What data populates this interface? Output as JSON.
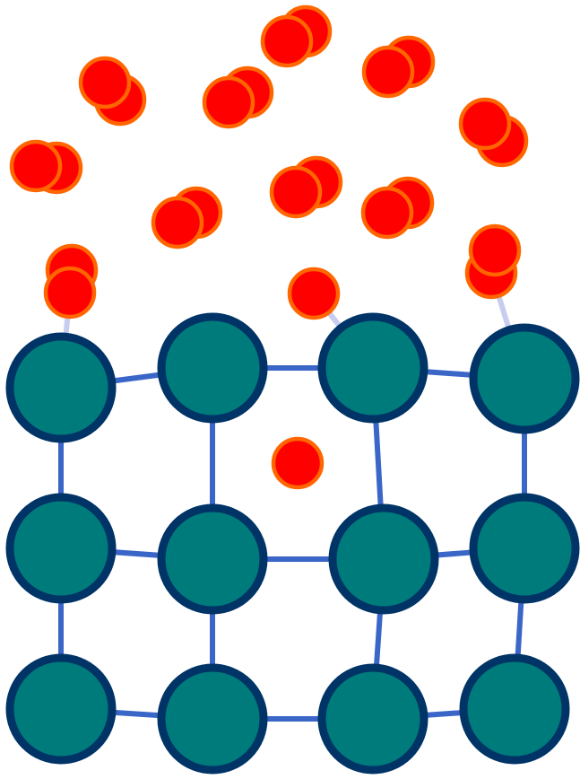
{
  "diagram": {
    "colors": {
      "lattice_fill": "#007B7B",
      "lattice_stroke": "#003366",
      "bond": "#3A66C8",
      "faint_bond": "#C8CDF0",
      "particle_fill": "#FF0000",
      "particle_stroke": "#FF6600"
    },
    "lattice_atoms": [
      {
        "id": "a00"
      },
      {
        "id": "a01"
      },
      {
        "id": "a02"
      },
      {
        "id": "a03"
      },
      {
        "id": "a10"
      },
      {
        "id": "a11"
      },
      {
        "id": "a12"
      },
      {
        "id": "a13"
      },
      {
        "id": "a20"
      },
      {
        "id": "a21"
      },
      {
        "id": "a22"
      },
      {
        "id": "a23"
      }
    ],
    "gas_molecules_count": 11,
    "adsorbed_atoms_count": 3,
    "interstitial_atoms_count": 1
  }
}
